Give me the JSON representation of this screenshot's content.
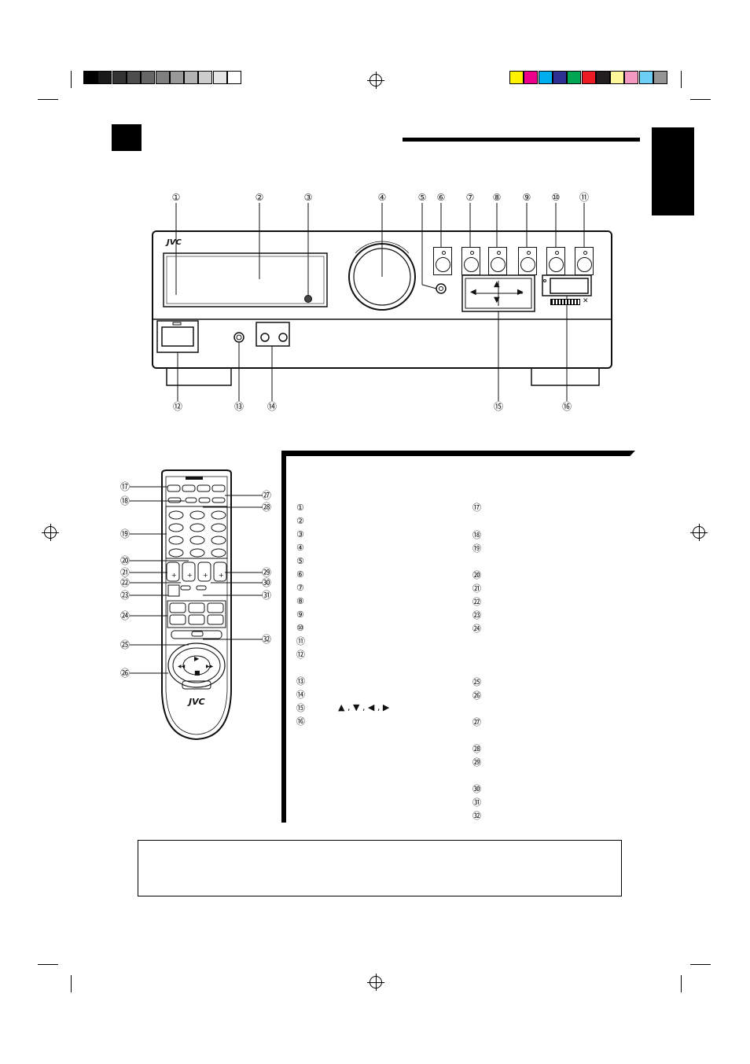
{
  "page": {
    "language_tab": "",
    "title": "",
    "remote_section_title": "",
    "note_box_text": ""
  },
  "front_panel": {
    "brand_logo": "JVC",
    "model_badge": "",
    "panel_badge": "",
    "arrow_up": "▲",
    "arrow_down": "▼",
    "arrow_left": "◀",
    "arrow_right": "▶"
  },
  "front_callouts_top": [
    "①",
    "②",
    "③",
    "④",
    "⑤",
    "⑥",
    "⑦",
    "⑧",
    "⑨",
    "⑩",
    "⑪"
  ],
  "front_callouts_bottom": [
    "⑫",
    "⑬",
    "⑭",
    "⑮",
    "⑯"
  ],
  "remote": {
    "brand_logo": "JVC",
    "callouts_left": [
      "⑰",
      "⑱",
      "⑲",
      "⑳",
      "㉑",
      "㉒",
      "㉓",
      "㉔",
      "㉕",
      "㉖"
    ],
    "callouts_right": [
      "㉗",
      "㉘",
      "㉙",
      "㉚",
      "㉛",
      "㉜"
    ]
  },
  "parts_list": {
    "left_column": [
      "①",
      "②",
      "③",
      "④",
      "⑤",
      "⑥",
      "⑦",
      "⑧",
      "⑨",
      "⑩",
      "⑪",
      "⑫",
      "⑬",
      "⑭",
      "⑮",
      "⑯"
    ],
    "arrow_symbols": "▲ , ▼ , ◀ , ▶",
    "right_column": [
      "⑰",
      "⑱",
      "⑲",
      "⑳",
      "㉑",
      "㉒",
      "㉓",
      "㉔",
      "㉕",
      "㉖",
      "㉗",
      "㉘",
      "㉙",
      "㉚",
      "㉛",
      "㉜"
    ]
  },
  "colors": {
    "grayscale_bar": [
      "#000000",
      "#1a1a1a",
      "#333333",
      "#4d4d4d",
      "#666666",
      "#808080",
      "#999999",
      "#b3b3b3",
      "#cccccc",
      "#e6e6e6",
      "#ffffff"
    ],
    "color_bar": [
      "#fff200",
      "#ec008c",
      "#00aeef",
      "#2e3192",
      "#00a651",
      "#ed1c24",
      "#231f20",
      "#fff799",
      "#f49ac1",
      "#6dcff6",
      "#959595"
    ]
  }
}
